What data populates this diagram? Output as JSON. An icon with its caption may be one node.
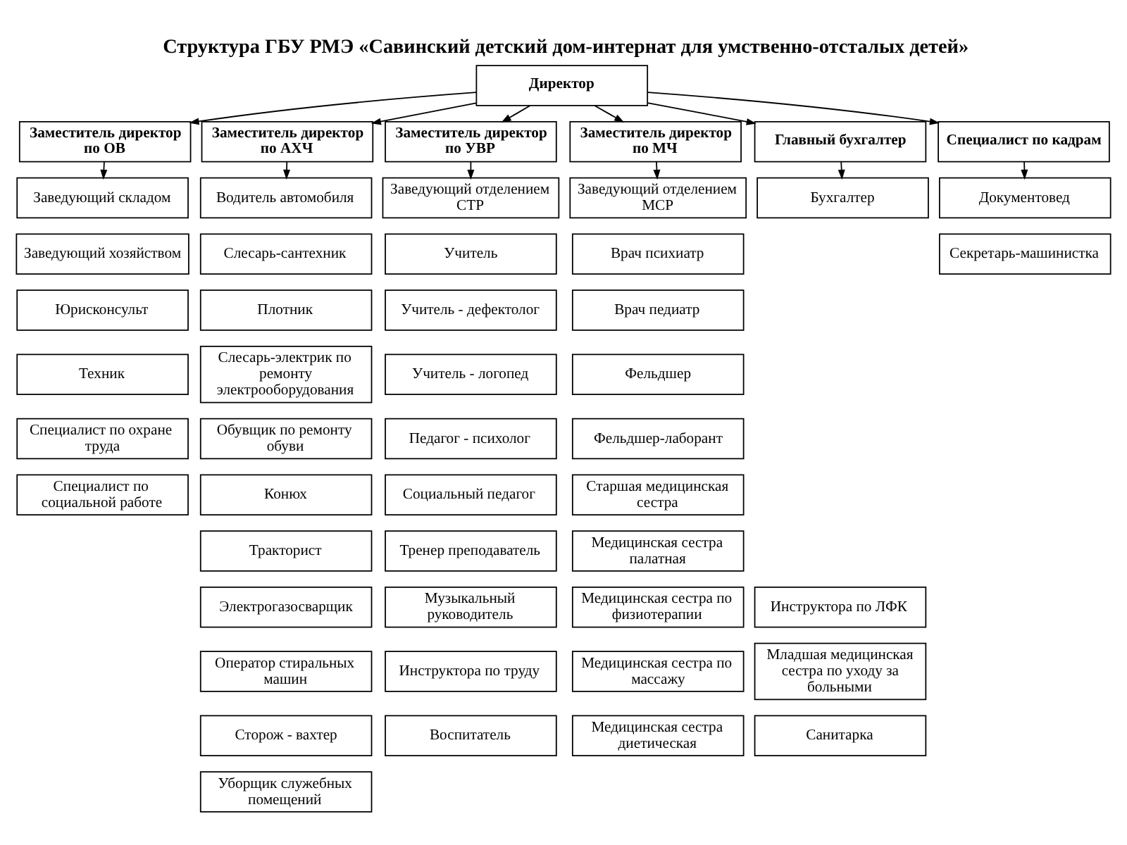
{
  "diagram": {
    "title": "Структура ГБУ РМЭ «Савинский детский дом-интернат для умственно-отсталых детей»",
    "nodes": [
      {
        "text": [
          "Директор"
        ]
      },
      {
        "text": [
          "Заместитель директор по ОВ"
        ]
      },
      {
        "text": [
          "Заместитель директор по АХЧ"
        ]
      },
      {
        "text": [
          "Заместитель директор по УВР"
        ]
      },
      {
        "text": [
          "Заместитель директор по МЧ"
        ]
      },
      {
        "text": [
          "Главный бухгалтер"
        ]
      },
      {
        "text": [
          "Специалист по кадрам"
        ]
      },
      {
        "text": [
          "Заведующий складом"
        ]
      },
      {
        "text": [
          "Заведующий хозяйством"
        ]
      },
      {
        "text": [
          "Юрисконсульт"
        ]
      },
      {
        "text": [
          "Техник"
        ]
      },
      {
        "text": [
          "Специалист по охране труда"
        ]
      },
      {
        "text": [
          "Специалист по социальной работе"
        ]
      },
      {
        "text": [
          "Водитель автомобиля"
        ]
      },
      {
        "text": [
          "Слесарь-сантехник"
        ]
      },
      {
        "text": [
          "Плотник"
        ]
      },
      {
        "text": [
          "Слесарь-электрик по ремонту электрооборудования"
        ]
      },
      {
        "text": [
          "Обувщик по ремонту обуви"
        ]
      },
      {
        "text": [
          "Конюх"
        ]
      },
      {
        "text": [
          "Тракторист"
        ]
      },
      {
        "text": [
          "Электрогазосварщик"
        ]
      },
      {
        "text": [
          "Оператор стиральных машин"
        ]
      },
      {
        "text": [
          "Сторож - вахтер"
        ]
      },
      {
        "text": [
          "Уборщик служебных помещений"
        ]
      },
      {
        "text": [
          "Заведующий отделением СТР"
        ]
      },
      {
        "text": [
          "Учитель"
        ]
      },
      {
        "text": [
          "Учитель - дефектолог"
        ]
      },
      {
        "text": [
          "Учитель - логопед"
        ]
      },
      {
        "text": [
          "Педагог - психолог"
        ]
      },
      {
        "text": [
          "Социальный педагог"
        ]
      },
      {
        "text": [
          "Тренер преподаватель"
        ]
      },
      {
        "text": [
          "Музыкальный руководитель"
        ]
      },
      {
        "text": [
          "Инструктора по труду"
        ]
      },
      {
        "text": [
          "Воспитатель"
        ]
      },
      {
        "text": [
          "Заведующий отделением МСР"
        ]
      },
      {
        "text": [
          "Врач психиатр"
        ]
      },
      {
        "text": [
          "Врач педиатр"
        ]
      },
      {
        "text": [
          "Фельдшер"
        ]
      },
      {
        "text": [
          "Фельдшер-лаборант"
        ]
      },
      {
        "text": [
          "Старшая медицинская сестра"
        ]
      },
      {
        "text": [
          "Медицинская сестра палатная"
        ]
      },
      {
        "text": [
          "Медицинская сестра по физиотерапии"
        ]
      },
      {
        "text": [
          "Медицинская сестра по массажу"
        ]
      },
      {
        "text": [
          "Медицинская сестра диетическая"
        ]
      },
      {
        "text": [
          "Инструктора по ЛФК"
        ]
      },
      {
        "text": [
          "Младшая медицинская сестра по уходу за больными"
        ]
      },
      {
        "text": [
          "Санитарка"
        ]
      },
      {
        "text": [
          "Бухгалтер"
        ]
      },
      {
        "text": [
          "Документовед"
        ]
      },
      {
        "text": [
          "Секретарь-машинистка"
        ]
      }
    ],
    "edges": [
      {
        "from": 0,
        "to": 1,
        "arrow": "to"
      },
      {
        "from": 0,
        "to": 2,
        "arrow": "to"
      },
      {
        "from": 0,
        "to": 3,
        "arrow": "to"
      },
      {
        "from": 0,
        "to": 4,
        "arrow": "to"
      },
      {
        "from": 0,
        "to": 5,
        "arrow": "to"
      },
      {
        "from": 0,
        "to": 6,
        "arrow": "to"
      },
      {
        "from": 1,
        "to": 7,
        "arrow": "to"
      },
      {
        "from": 2,
        "to": 13,
        "arrow": "to"
      },
      {
        "from": 3,
        "to": 24,
        "arrow": "to"
      },
      {
        "from": 4,
        "to": 34,
        "arrow": "to"
      },
      {
        "from": 5,
        "to": 47,
        "arrow": "to"
      },
      {
        "from": 6,
        "to": 48,
        "arrow": "to"
      }
    ]
  }
}
